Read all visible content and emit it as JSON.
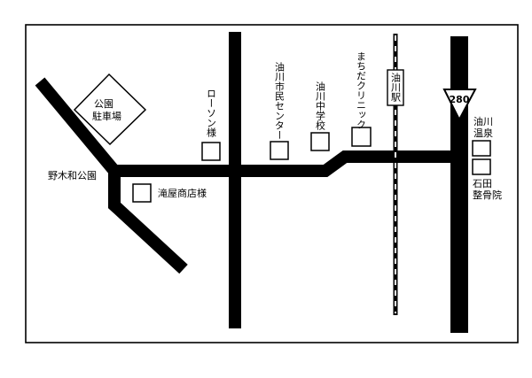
{
  "labels": {
    "park_parking_line1": "公園",
    "park_parking_line2": "駐車場",
    "nogiwa_park": "野木和公園",
    "takiya_store": "滝屋商店様",
    "lawson": "ローソン様",
    "civic_center": "油川市民センター",
    "junior_high": "油川中学校",
    "machida_clinic": "まちだクリニック",
    "aburakawa_station": "油川駅",
    "aburakawa_onsen_line1": "油川",
    "aburakawa_onsen_line2": "温泉",
    "ishida_line1": "石田",
    "ishida_line2": "整骨院"
  },
  "route_shield": {
    "number": "280"
  }
}
